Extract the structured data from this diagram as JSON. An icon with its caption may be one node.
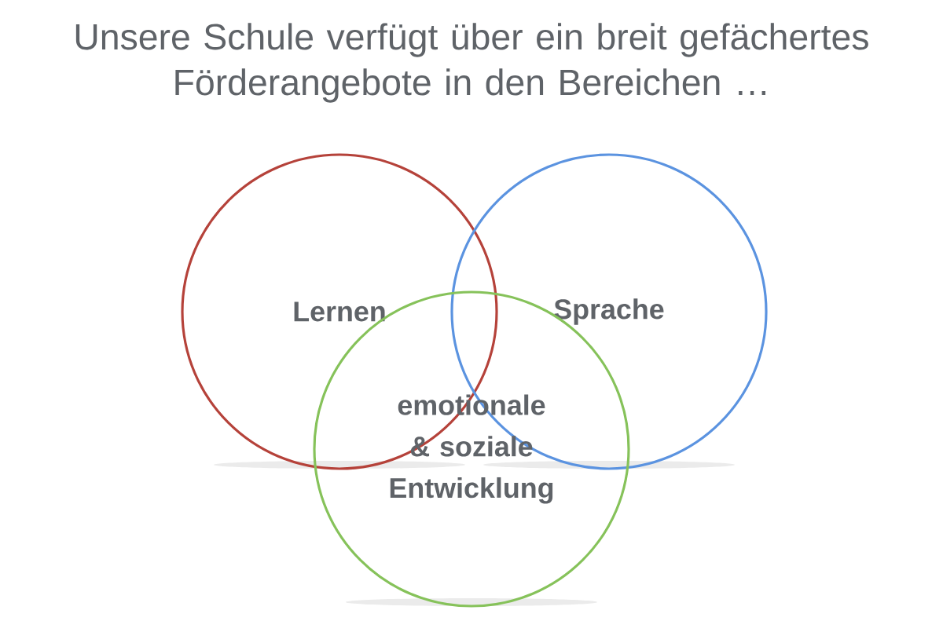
{
  "diagram": {
    "title": "Unsere Schule verfügt über ein breit gefächertes Förderangebote in den Bereichen …",
    "nodes": [
      {
        "text": [
          "Lernen"
        ]
      },
      {
        "text": [
          "Sprache"
        ]
      },
      {
        "text": [
          "emotionale & soziale Entwicklung"
        ]
      }
    ]
  }
}
